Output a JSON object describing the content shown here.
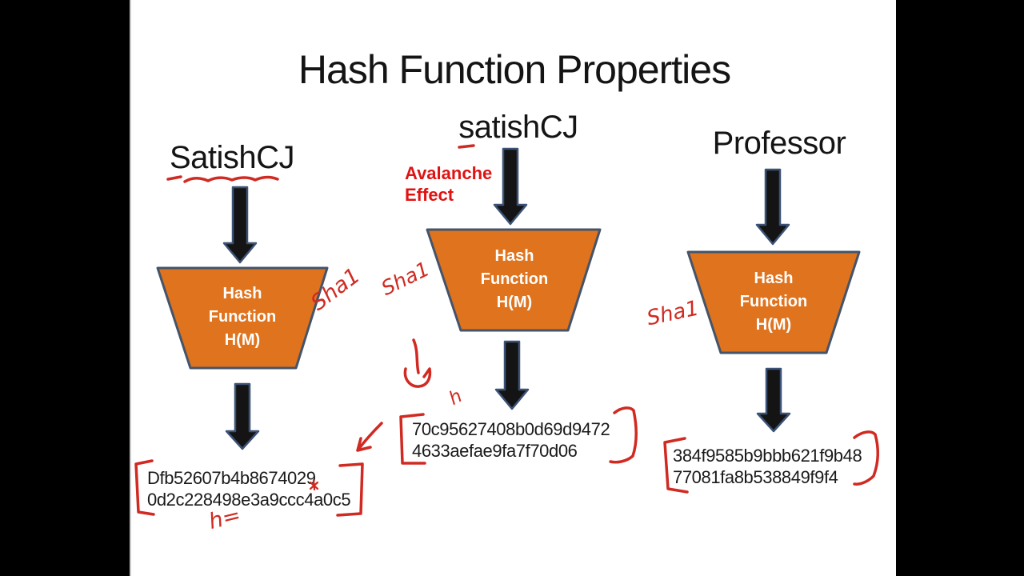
{
  "slide": {
    "title": "Hash Function Properties"
  },
  "columns": [
    {
      "input": "SatishCJ",
      "box_line1": "Hash",
      "box_line2": "Function",
      "box_line3": "H(M)",
      "hash_line1": "Dfb52607b4b8674029",
      "hash_line2": "0d2c228498e3a9ccc4a0c5"
    },
    {
      "input": "satishCJ",
      "box_line1": "Hash",
      "box_line2": "Function",
      "box_line3": "H(M)",
      "hash_line1": "70c95627408b0d69d9472",
      "hash_line2": "4633aefae9fa7f70d06"
    },
    {
      "input": "Professor",
      "box_line1": "Hash",
      "box_line2": "Function",
      "box_line3": "H(M)",
      "hash_line1": "384f9585b9bbb621f9b48",
      "hash_line2": "77081fa8b538849f9f4"
    }
  ],
  "annotations": {
    "avalanche_line1": "Avalanche",
    "avalanche_line2": "Effect",
    "ink_sha1_left": "Sha1",
    "ink_sha1_mid": "Sha1",
    "ink_sha1_right": "Sha1",
    "ink_h_equals": "h=",
    "ink_h_mid": "h"
  },
  "colors": {
    "funnel_fill": "#e0731d",
    "funnel_stroke": "#44546a",
    "arrow_fill": "#141414",
    "arrow_stroke": "#3c5276",
    "ink_red": "#d02a22",
    "label_red": "#e01212",
    "background": "#000000",
    "slide_background": "#ffffff"
  }
}
